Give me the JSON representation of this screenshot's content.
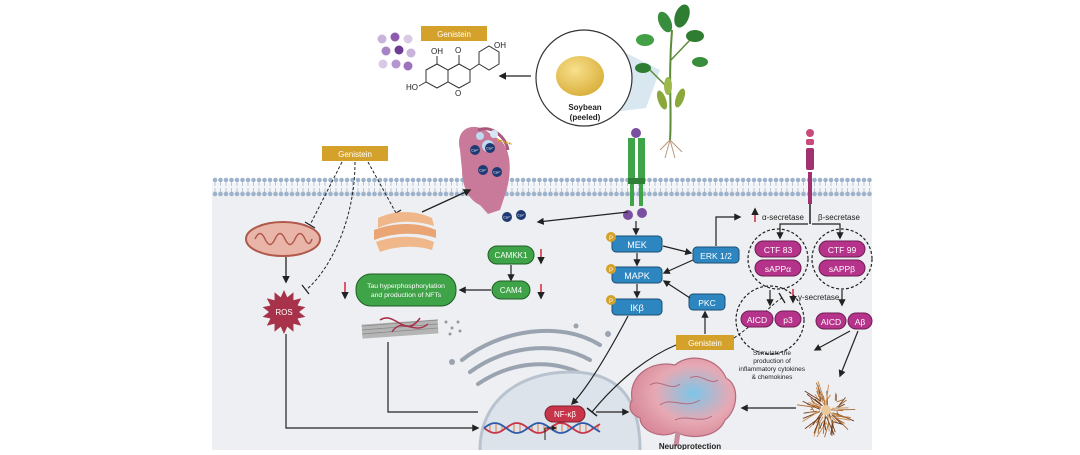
{
  "compound": {
    "name": "Genistein",
    "oh_top": "OH",
    "o_top": "O",
    "oh_right": "OH",
    "ho_left": "HO",
    "o_ring": "O"
  },
  "soybean": {
    "line1": "Soybean",
    "line2": "(peeled)"
  },
  "genistein_labels": [
    "Genistein",
    "Genistein"
  ],
  "calcium_ions": [
    "Ca²⁺",
    "Ca²⁺",
    "Ca²⁺",
    "Ca²⁺",
    "Ca²⁺",
    "Ca²⁺"
  ],
  "pathway": {
    "camkk1": "CAMKK1",
    "cam4": "CAM4",
    "tau": {
      "line1": "Tau hyperphosphorylation",
      "line2": "and production of NFTs"
    },
    "ros": "ROS",
    "mek": "MEK",
    "mapk": "MAPK",
    "ikb": "IKβ",
    "erk": "ERK 1/2",
    "pkc": "PKC",
    "phospho": "P",
    "nfkb": "NF-κβ",
    "neuroprotection": "Neuroprotection"
  },
  "app": {
    "alpha_secretase": "α-secretase",
    "beta_secretase": "β-secretase",
    "gamma_secretase": "γ-secretase",
    "ctf83": "CTF 83",
    "sappa": "sAPPα",
    "ctf99": "CTF 99",
    "sappb": "sAPPβ",
    "aicd_left": "AICD",
    "p3": "p3",
    "aicd_right": "AICD",
    "abeta": "Aβ",
    "inflammation": {
      "line1": "Stimulate the",
      "line2": "production of",
      "line3": "inflammatory cytokines",
      "line4": "& chemokines"
    }
  },
  "colors": {
    "genistein_gold": "#D4A12A",
    "membrane": "#9DB3CB",
    "cytoplasm": "#EDEFF2",
    "green_box": "#3FA348",
    "blue_box": "#2E86C1",
    "magenta_box": "#B5338A",
    "ros_red": "#A8324A",
    "down_arrow": "#D7263D",
    "nfkb_red": "#C8354A"
  }
}
